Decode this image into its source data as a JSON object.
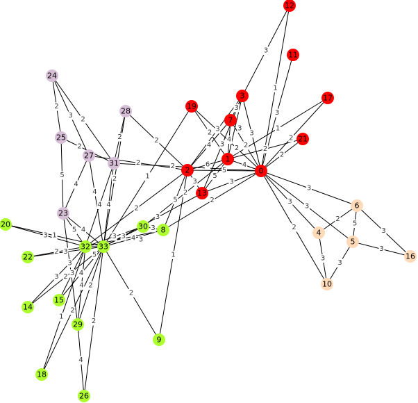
{
  "graph": {
    "colors": {
      "red": "#ff0000",
      "peach": "#ffdab9",
      "thistle": "#d8bfd8",
      "green": "#adff2f",
      "edge": "#000000"
    },
    "nodes": [
      {
        "id": "0",
        "group": "red"
      },
      {
        "id": "1",
        "group": "red"
      },
      {
        "id": "2",
        "group": "red"
      },
      {
        "id": "3",
        "group": "red"
      },
      {
        "id": "4",
        "group": "peach"
      },
      {
        "id": "5",
        "group": "peach"
      },
      {
        "id": "6",
        "group": "peach"
      },
      {
        "id": "7",
        "group": "red"
      },
      {
        "id": "8",
        "group": "green"
      },
      {
        "id": "9",
        "group": "green"
      },
      {
        "id": "10",
        "group": "peach"
      },
      {
        "id": "11",
        "group": "red"
      },
      {
        "id": "12",
        "group": "red"
      },
      {
        "id": "13",
        "group": "red"
      },
      {
        "id": "14",
        "group": "green"
      },
      {
        "id": "15",
        "group": "green"
      },
      {
        "id": "16",
        "group": "peach"
      },
      {
        "id": "17",
        "group": "red"
      },
      {
        "id": "18",
        "group": "green"
      },
      {
        "id": "19",
        "group": "red"
      },
      {
        "id": "20",
        "group": "green"
      },
      {
        "id": "21",
        "group": "red"
      },
      {
        "id": "22",
        "group": "green"
      },
      {
        "id": "23",
        "group": "thistle"
      },
      {
        "id": "24",
        "group": "thistle"
      },
      {
        "id": "25",
        "group": "thistle"
      },
      {
        "id": "26",
        "group": "green"
      },
      {
        "id": "27",
        "group": "thistle"
      },
      {
        "id": "28",
        "group": "thistle"
      },
      {
        "id": "29",
        "group": "green"
      },
      {
        "id": "30",
        "group": "green"
      },
      {
        "id": "31",
        "group": "thistle"
      },
      {
        "id": "32",
        "group": "green"
      },
      {
        "id": "33",
        "group": "green"
      }
    ],
    "edges": [
      [
        "0",
        "1",
        "4"
      ],
      [
        "0",
        "2",
        "5"
      ],
      [
        "0",
        "3",
        "3"
      ],
      [
        "0",
        "4",
        "3"
      ],
      [
        "0",
        "5",
        "3"
      ],
      [
        "0",
        "6",
        "3"
      ],
      [
        "0",
        "7",
        "2"
      ],
      [
        "0",
        "8",
        "2"
      ],
      [
        "0",
        "10",
        "2"
      ],
      [
        "0",
        "11",
        "3"
      ],
      [
        "0",
        "12",
        "1"
      ],
      [
        "0",
        "13",
        "3"
      ],
      [
        "0",
        "17",
        "2"
      ],
      [
        "0",
        "19",
        "2"
      ],
      [
        "0",
        "21",
        "2"
      ],
      [
        "0",
        "31",
        "2"
      ],
      [
        "1",
        "2",
        "6"
      ],
      [
        "1",
        "3",
        "3"
      ],
      [
        "1",
        "7",
        "4"
      ],
      [
        "1",
        "13",
        "5"
      ],
      [
        "1",
        "17",
        "1"
      ],
      [
        "1",
        "19",
        "2"
      ],
      [
        "1",
        "21",
        "2"
      ],
      [
        "1",
        "30",
        "2"
      ],
      [
        "2",
        "3",
        "3"
      ],
      [
        "2",
        "7",
        "4"
      ],
      [
        "2",
        "8",
        "5"
      ],
      [
        "2",
        "9",
        "1"
      ],
      [
        "2",
        "13",
        "3"
      ],
      [
        "2",
        "27",
        "2"
      ],
      [
        "2",
        "28",
        "2"
      ],
      [
        "2",
        "32",
        "2"
      ],
      [
        "3",
        "7",
        "3"
      ],
      [
        "3",
        "12",
        "3"
      ],
      [
        "3",
        "13",
        "3"
      ],
      [
        "4",
        "6",
        "2"
      ],
      [
        "4",
        "10",
        "3"
      ],
      [
        "5",
        "6",
        "5"
      ],
      [
        "5",
        "10",
        "3"
      ],
      [
        "5",
        "16",
        "3"
      ],
      [
        "6",
        "16",
        "3"
      ],
      [
        "8",
        "30",
        "3"
      ],
      [
        "8",
        "32",
        "3"
      ],
      [
        "8",
        "33",
        "4"
      ],
      [
        "9",
        "33",
        "2"
      ],
      [
        "13",
        "33",
        "3"
      ],
      [
        "14",
        "32",
        "3"
      ],
      [
        "14",
        "33",
        "2"
      ],
      [
        "15",
        "32",
        "3"
      ],
      [
        "15",
        "33",
        "4"
      ],
      [
        "18",
        "32",
        "1"
      ],
      [
        "18",
        "33",
        "2"
      ],
      [
        "19",
        "33",
        "1"
      ],
      [
        "20",
        "32",
        "3"
      ],
      [
        "20",
        "33",
        "1"
      ],
      [
        "22",
        "32",
        "2"
      ],
      [
        "22",
        "33",
        "3"
      ],
      [
        "23",
        "25",
        "5"
      ],
      [
        "23",
        "27",
        "4"
      ],
      [
        "23",
        "29",
        "3"
      ],
      [
        "23",
        "32",
        "5"
      ],
      [
        "23",
        "33",
        "4"
      ],
      [
        "24",
        "25",
        "2"
      ],
      [
        "24",
        "27",
        "3"
      ],
      [
        "24",
        "31",
        "2"
      ],
      [
        "25",
        "31",
        "2"
      ],
      [
        "26",
        "29",
        "4"
      ],
      [
        "26",
        "33",
        "2"
      ],
      [
        "27",
        "33",
        "4"
      ],
      [
        "28",
        "31",
        "2"
      ],
      [
        "28",
        "33",
        "2"
      ],
      [
        "29",
        "32",
        "4"
      ],
      [
        "29",
        "33",
        "2"
      ],
      [
        "30",
        "32",
        "3"
      ],
      [
        "30",
        "33",
        "3"
      ],
      [
        "31",
        "32",
        "4"
      ],
      [
        "31",
        "33",
        "4"
      ],
      [
        "32",
        "33",
        "5"
      ]
    ]
  }
}
